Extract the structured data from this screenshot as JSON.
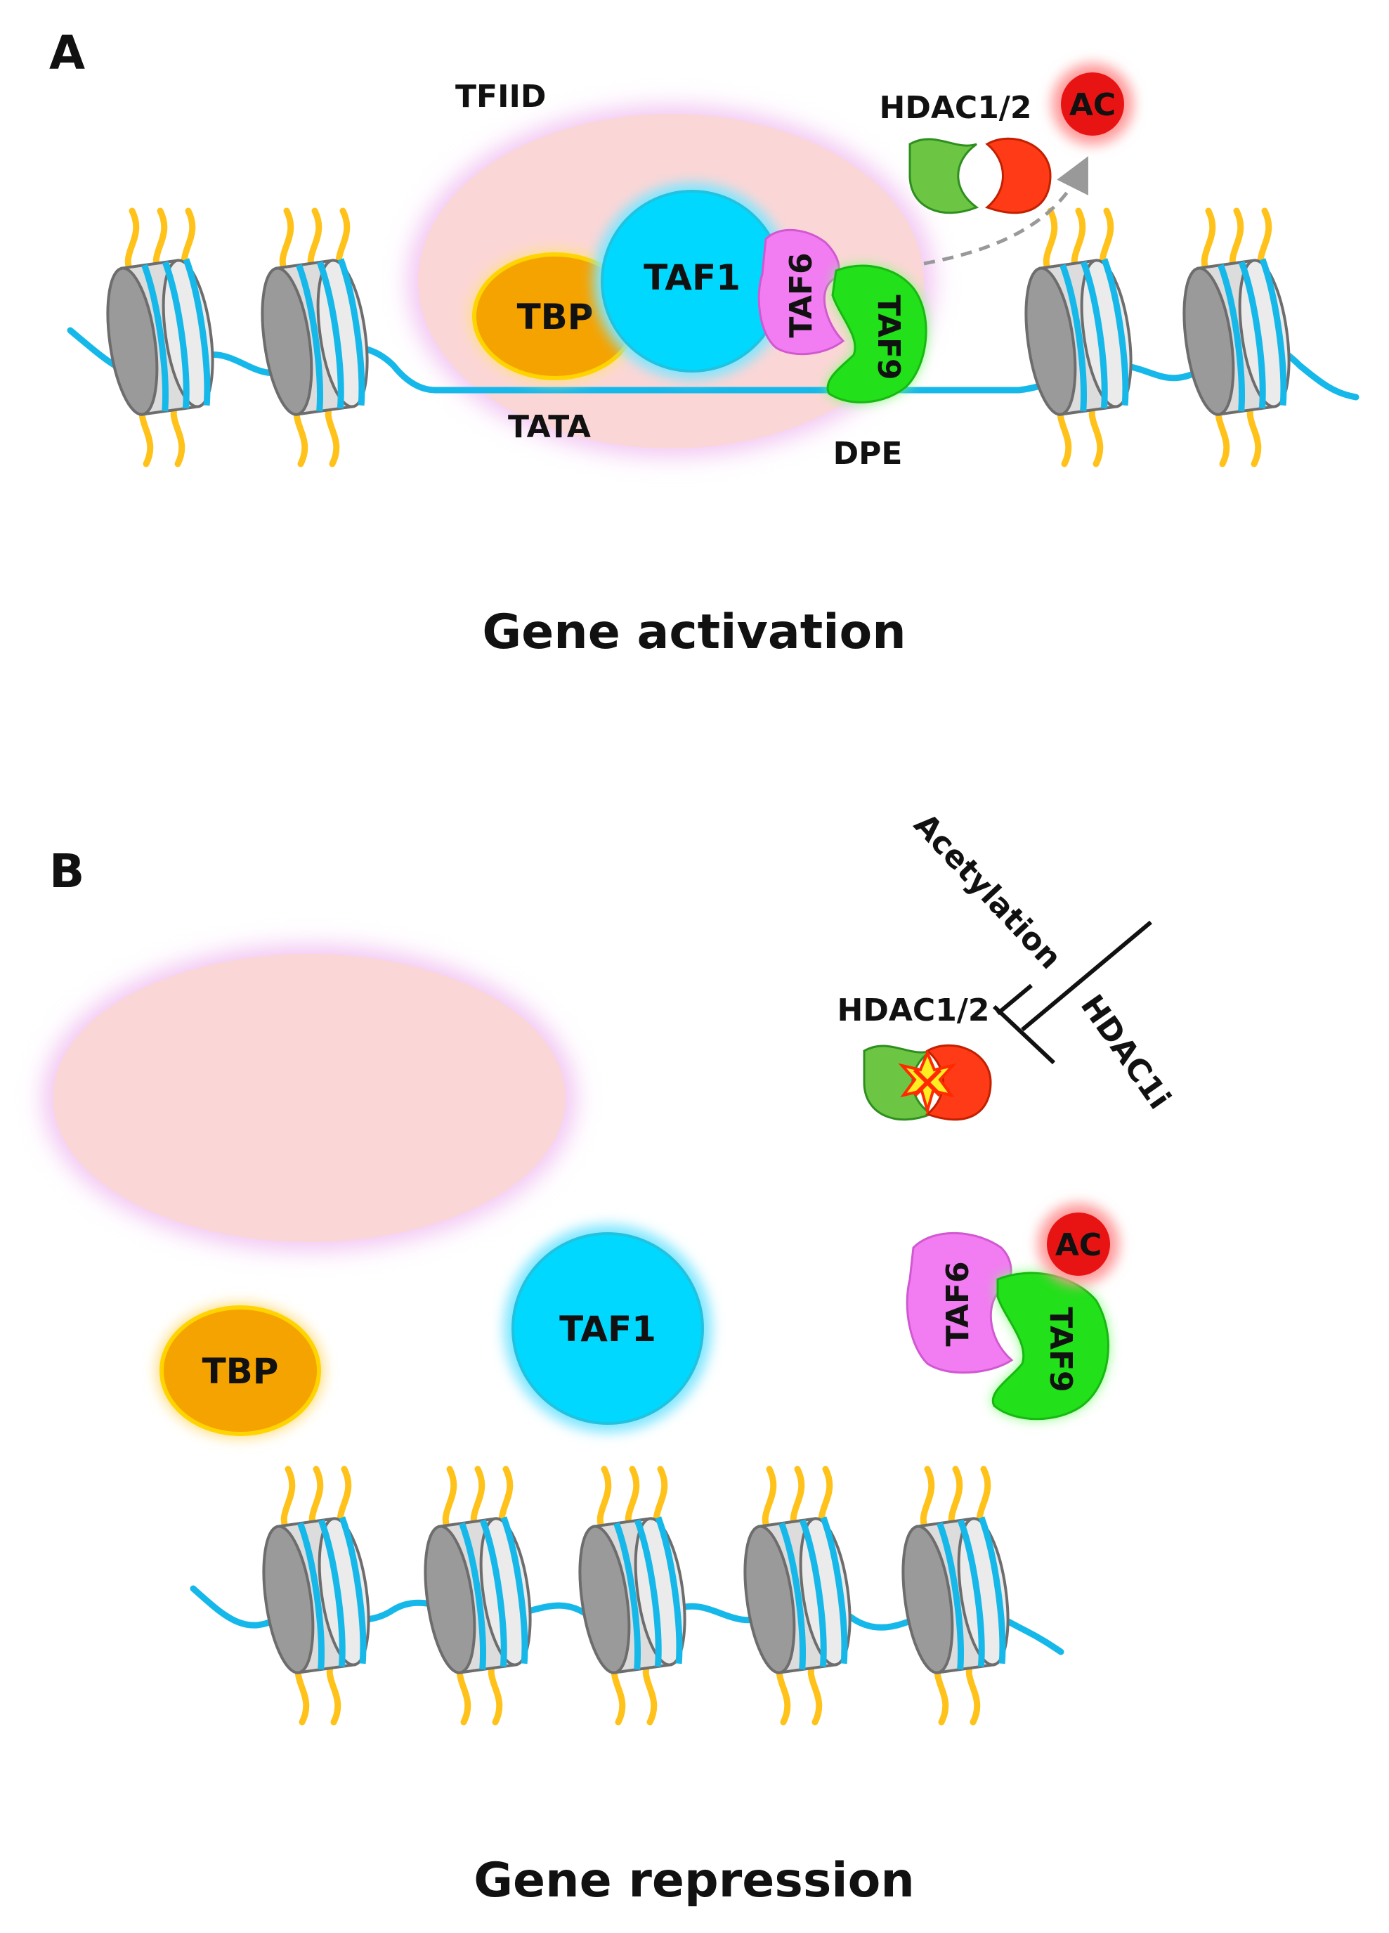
{
  "panel_a": {
    "letter": "A",
    "tfiid_label": "TFIID",
    "tbp_label": "TBP",
    "taf1_label": "TAF1",
    "taf6_label": "TAF6",
    "taf9_label": "TAF9",
    "hdac_label": "HDAC1/2",
    "ac_label": "AC",
    "tata_label": "TATA",
    "dpe_label": "DPE",
    "caption": "Gene activation"
  },
  "panel_b": {
    "letter": "B",
    "acetylation_label": "Acetylation",
    "hdac_label": "HDAC1/2",
    "hdac1i_label": "HDAC1i",
    "tbp_label": "TBP",
    "taf1_label": "TAF1",
    "taf6_label": "TAF6",
    "taf9_label": "TAF9",
    "ac_label": "AC",
    "caption": "Gene repression"
  },
  "colors": {
    "dna": "#16b8ea",
    "histone_tail": "#ffc21a",
    "nucleosome": "#9a9a9a",
    "tfiid": "#fbd6d6",
    "tbp": "#f5a300",
    "taf1": "#00d8ff",
    "taf6": "#f27cf2",
    "taf9": "#22e01a",
    "hdac_green": "#6cc644",
    "hdac_red": "#ff3a16",
    "acetyl": "#e81414"
  }
}
